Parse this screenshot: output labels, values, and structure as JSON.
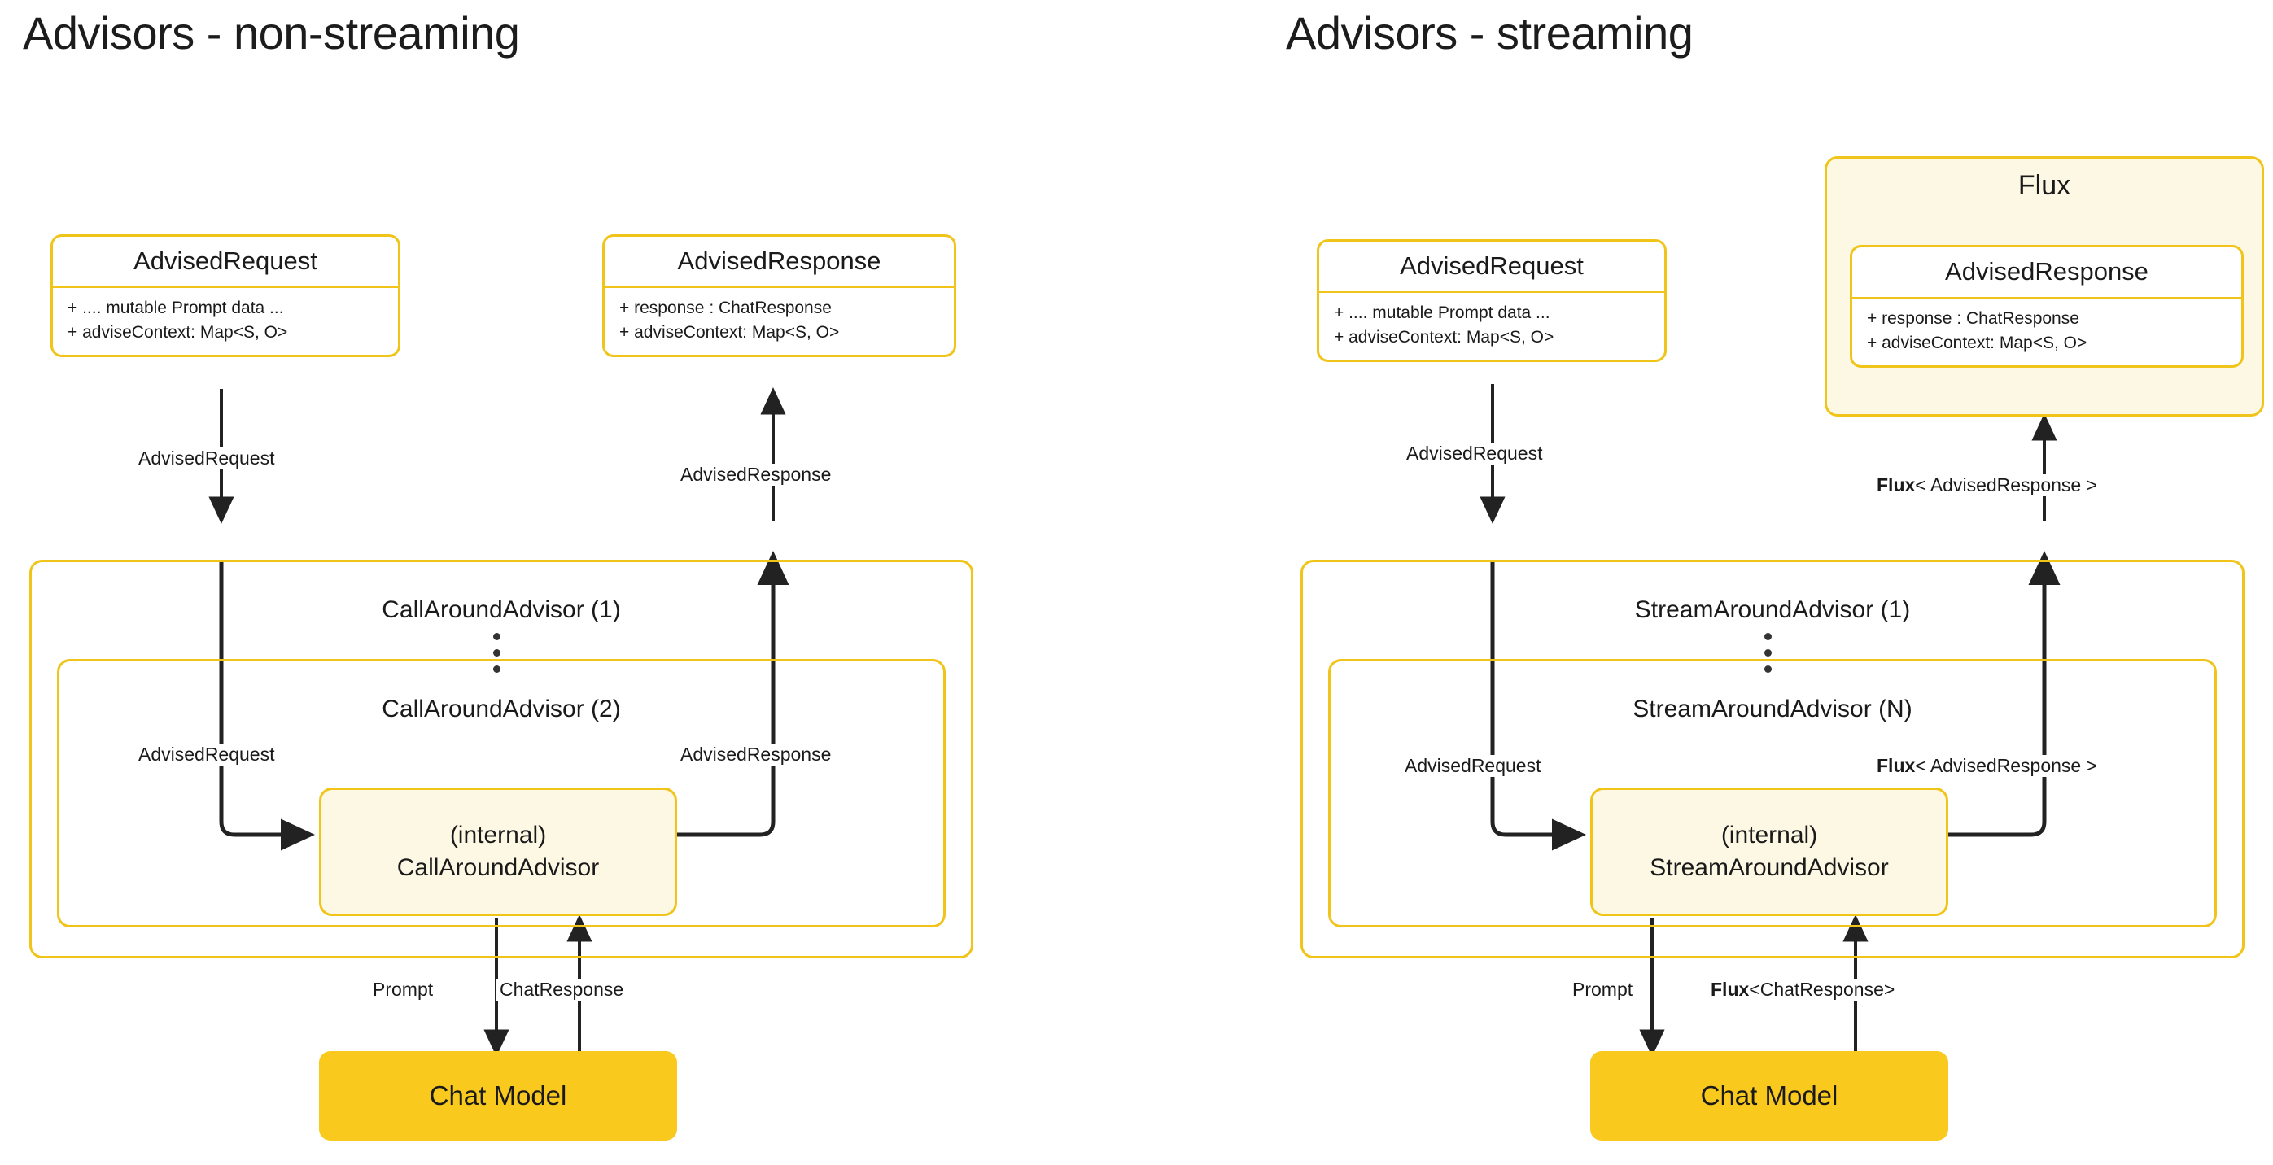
{
  "panels": [
    {
      "id": "non-streaming",
      "title": "Advisors - non-streaming",
      "request_box": {
        "title": "AdvisedRequest",
        "attrs": [
          "+ .... mutable Prompt data ...",
          "+ adviseContext: Map<S, O>"
        ]
      },
      "response_box": {
        "title": "AdvisedResponse",
        "attrs": [
          "+ response : ChatResponse",
          "+ adviseContext: Map<S, O>"
        ]
      },
      "outer_frame_label": "CallAroundAdvisor (1)",
      "inner_frame_label": "CallAroundAdvisor (2)",
      "internal_box": {
        "line1": "(internal)",
        "line2": "CallAroundAdvisor"
      },
      "chat_model": "Chat Model",
      "edges": {
        "request_in": "AdvisedRequest",
        "response_out": "AdvisedResponse",
        "inner_request": "AdvisedRequest",
        "inner_response": "AdvisedResponse",
        "prompt": "Prompt",
        "chat_response": "ChatResponse",
        "prompt_bold": "",
        "chat_response_bold": ""
      }
    },
    {
      "id": "streaming",
      "title": "Advisors - streaming",
      "request_box": {
        "title": "AdvisedRequest",
        "attrs": [
          "+ .... mutable Prompt data ...",
          "+ adviseContext: Map<S, O>"
        ]
      },
      "flux_wrapper_title": "Flux",
      "response_box": {
        "title": "AdvisedResponse",
        "attrs": [
          "+ response : ChatResponse",
          "+ adviseContext: Map<S, O>"
        ]
      },
      "outer_frame_label": "StreamAroundAdvisor (1)",
      "inner_frame_label": "StreamAroundAdvisor (N)",
      "internal_box": {
        "line1": "(internal)",
        "line2": "StreamAroundAdvisor"
      },
      "chat_model": "Chat Model",
      "edges": {
        "request_in": "AdvisedRequest",
        "response_out_bold": "Flux",
        "response_out": "< AdvisedResponse >",
        "inner_request": "AdvisedRequest",
        "inner_response_bold": "Flux",
        "inner_response": "< AdvisedResponse >",
        "prompt": "Prompt",
        "chat_response_bold": "Flux",
        "chat_response": "<ChatResponse>"
      }
    }
  ],
  "colors": {
    "border": "#F0C419",
    "cream_fill": "#FDF8E3",
    "chat_model_fill": "#F9C91D",
    "arrow": "#222222",
    "text": "#1a1a1a",
    "background": "#ffffff"
  }
}
